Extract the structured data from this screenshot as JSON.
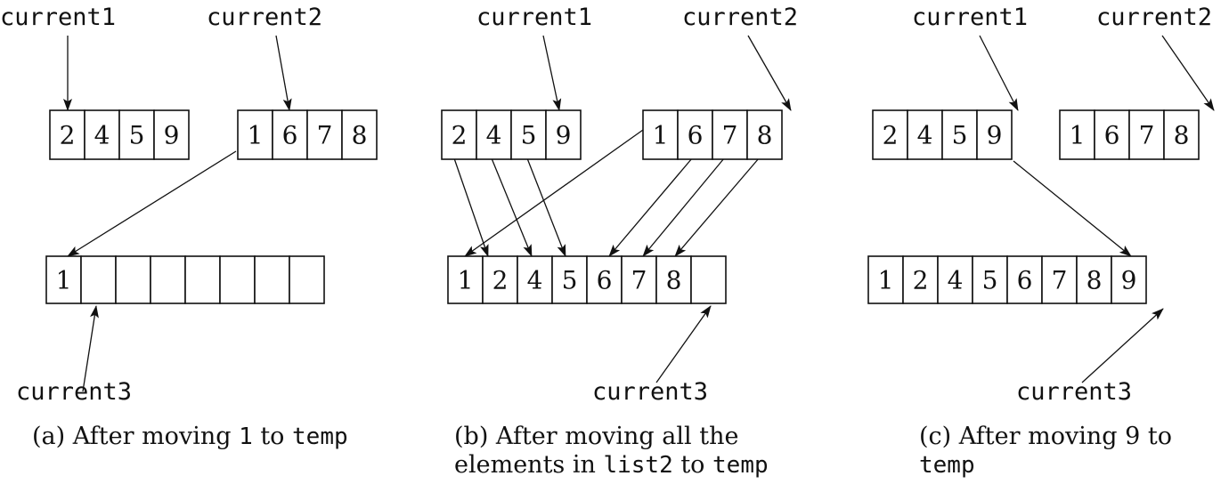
{
  "panels": [
    {
      "id": "a",
      "pointer1": "current1",
      "pointer2": "current2",
      "pointer3": "current3",
      "list1": [
        "2",
        "4",
        "5",
        "9"
      ],
      "list2": [
        "1",
        "6",
        "7",
        "8"
      ],
      "temp": [
        "1",
        "",
        "",
        "",
        "",
        "",
        "",
        ""
      ],
      "caption": [
        [
          {
            "t": "(a) After moving ",
            "mono": false
          },
          {
            "t": "1",
            "mono": true
          },
          {
            "t": " to ",
            "mono": false
          },
          {
            "t": "temp",
            "mono": true
          }
        ]
      ]
    },
    {
      "id": "b",
      "pointer1": "current1",
      "pointer2": "current2",
      "pointer3": "current3",
      "list1": [
        "2",
        "4",
        "5",
        "9"
      ],
      "list2": [
        "1",
        "6",
        "7",
        "8"
      ],
      "temp": [
        "1",
        "2",
        "4",
        "5",
        "6",
        "7",
        "8",
        ""
      ],
      "caption": [
        [
          {
            "t": "(b) After moving all the",
            "mono": false
          }
        ],
        [
          {
            "t": "elements in ",
            "mono": false
          },
          {
            "t": "list2",
            "mono": true
          },
          {
            "t": " to ",
            "mono": false
          },
          {
            "t": "temp",
            "mono": true
          }
        ]
      ]
    },
    {
      "id": "c",
      "pointer1": "current1",
      "pointer2": "current2",
      "pointer3": "current3",
      "list1": [
        "2",
        "4",
        "5",
        "9"
      ],
      "list2": [
        "1",
        "6",
        "7",
        "8"
      ],
      "temp": [
        "1",
        "2",
        "4",
        "5",
        "6",
        "7",
        "8",
        "9"
      ],
      "caption": [
        [
          {
            "t": "(c) After moving 9 to",
            "mono": false
          }
        ],
        [
          {
            "t": "temp",
            "mono": true
          }
        ]
      ]
    }
  ]
}
